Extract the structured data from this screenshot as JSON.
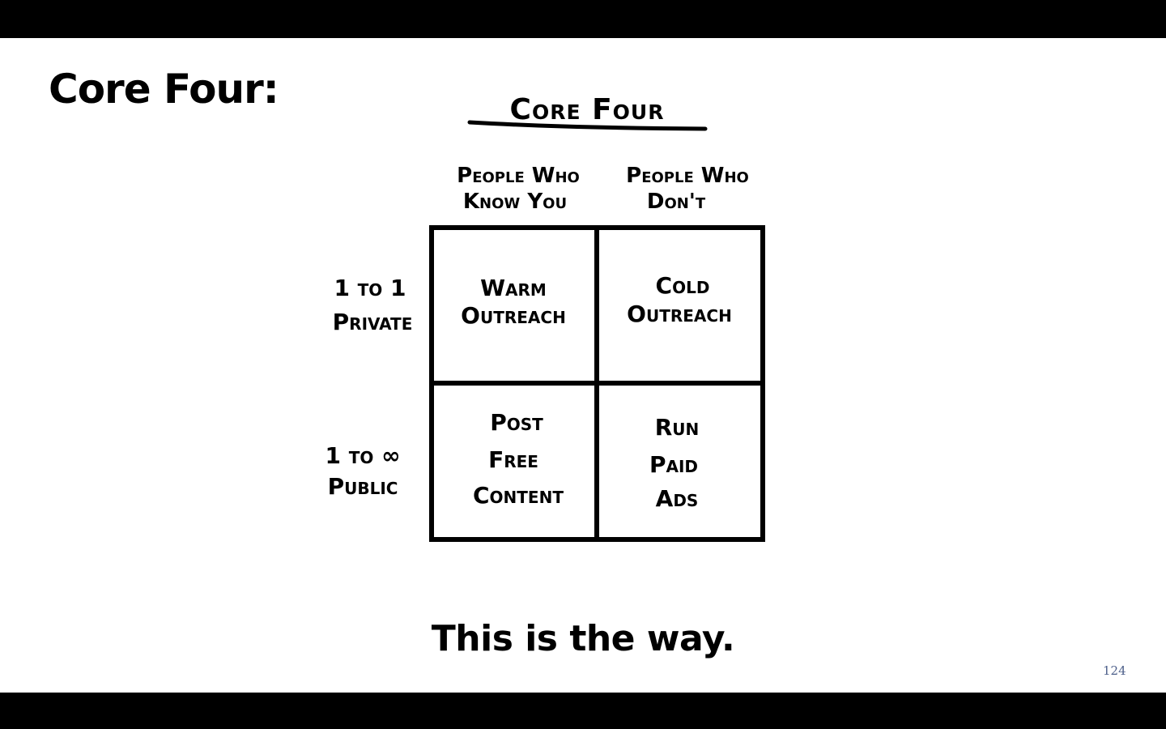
{
  "slide": {
    "title": "Core Four:",
    "caption": "This is the way.",
    "page_number": "124"
  },
  "diagram": {
    "heading": "Core Four",
    "columns": [
      [
        "People Who",
        "Know You"
      ],
      [
        "People Who",
        "Don't"
      ]
    ],
    "rows": [
      {
        "label": [
          "1 to 1",
          "Private"
        ],
        "cells": [
          [
            "Warm",
            "Outreach"
          ],
          [
            "Cold",
            "Outreach"
          ]
        ]
      },
      {
        "label": [
          "1 to ∞",
          "Public"
        ],
        "cells": [
          [
            "Post",
            "Free",
            "Content"
          ],
          [
            "Run",
            "Paid",
            "Ads"
          ]
        ]
      }
    ]
  }
}
